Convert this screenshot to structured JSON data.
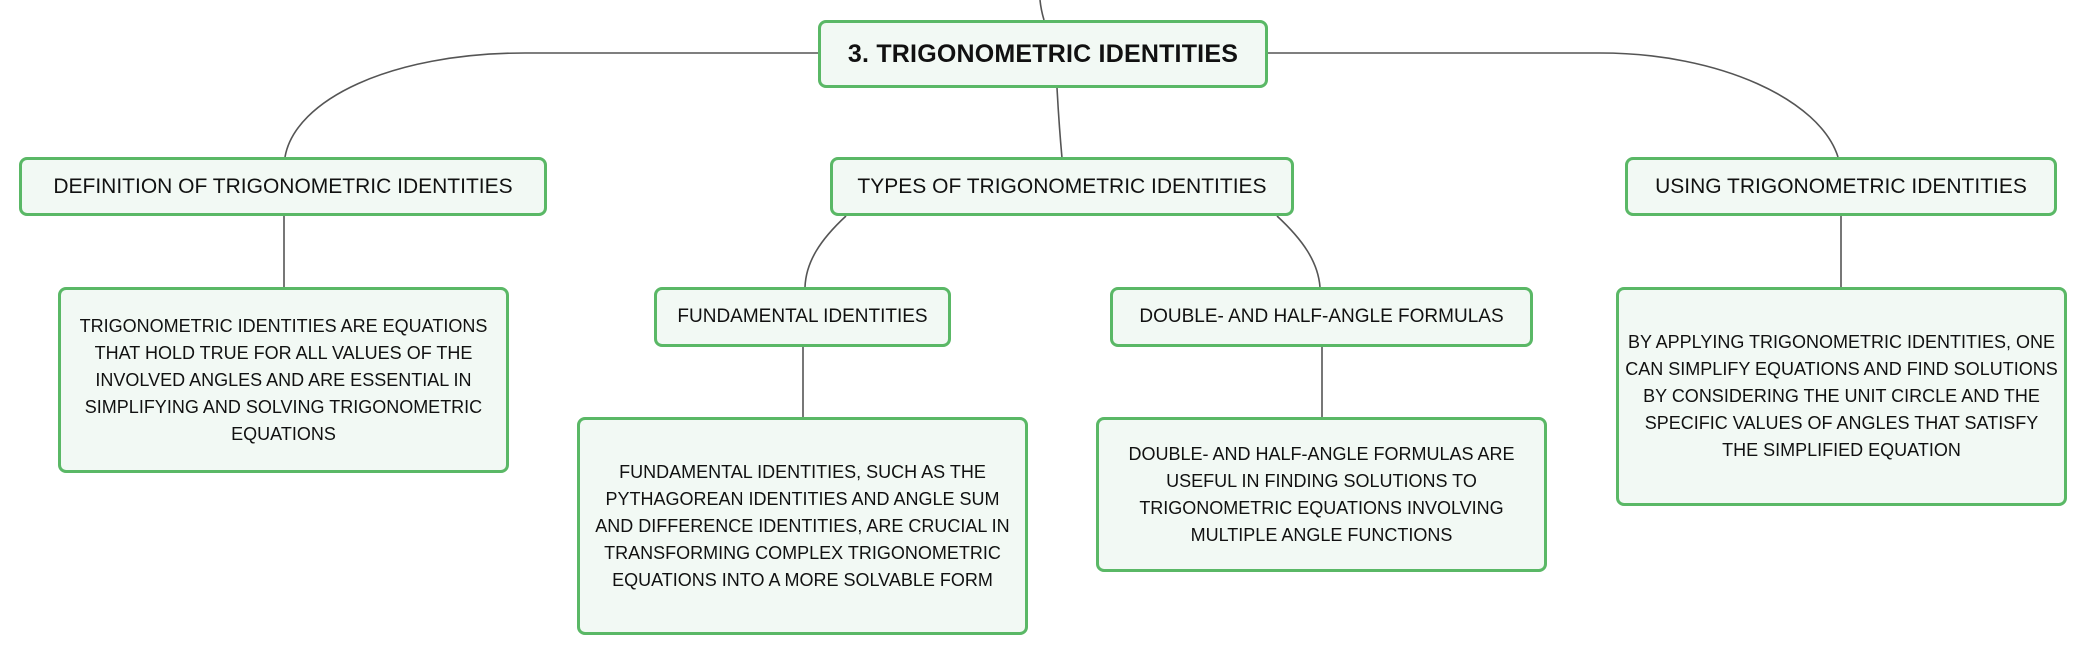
{
  "diagram": {
    "root": "3. TRIGONOMETRIC IDENTITIES",
    "branches": [
      {
        "title": "DEFINITION OF TRIGONOMETRIC IDENTITIES",
        "detail": "TRIGONOMETRIC IDENTITIES ARE EQUATIONS THAT HOLD TRUE FOR ALL VALUES OF THE INVOLVED ANGLES AND ARE ESSENTIAL IN SIMPLIFYING AND SOLVING TRIGONOMETRIC EQUATIONS"
      },
      {
        "title": "TYPES OF TRIGONOMETRIC IDENTITIES",
        "children": [
          {
            "title": "FUNDAMENTAL IDENTITIES",
            "detail": "FUNDAMENTAL IDENTITIES, SUCH AS THE PYTHAGOREAN IDENTITIES AND ANGLE SUM AND DIFFERENCE IDENTITIES, ARE CRUCIAL IN TRANSFORMING COMPLEX TRIGONOMETRIC EQUATIONS INTO A MORE SOLVABLE FORM"
          },
          {
            "title": "DOUBLE- AND HALF-ANGLE FORMULAS",
            "detail": "DOUBLE- AND HALF-ANGLE FORMULAS ARE USEFUL IN FINDING SOLUTIONS TO TRIGONOMETRIC EQUATIONS INVOLVING MULTIPLE ANGLE FUNCTIONS"
          }
        ]
      },
      {
        "title": "USING TRIGONOMETRIC IDENTITIES",
        "detail": "BY APPLYING TRIGONOMETRIC IDENTITIES, ONE CAN SIMPLIFY EQUATIONS AND FIND SOLUTIONS BY CONSIDERING THE UNIT CIRCLE AND THE SPECIFIC VALUES OF ANGLES THAT SATISFY THE SIMPLIFIED EQUATION"
      }
    ]
  },
  "colors": {
    "node_border": "#5ab866",
    "node_fill": "#f2f9f4",
    "connector": "#555555",
    "text": "#111111"
  }
}
